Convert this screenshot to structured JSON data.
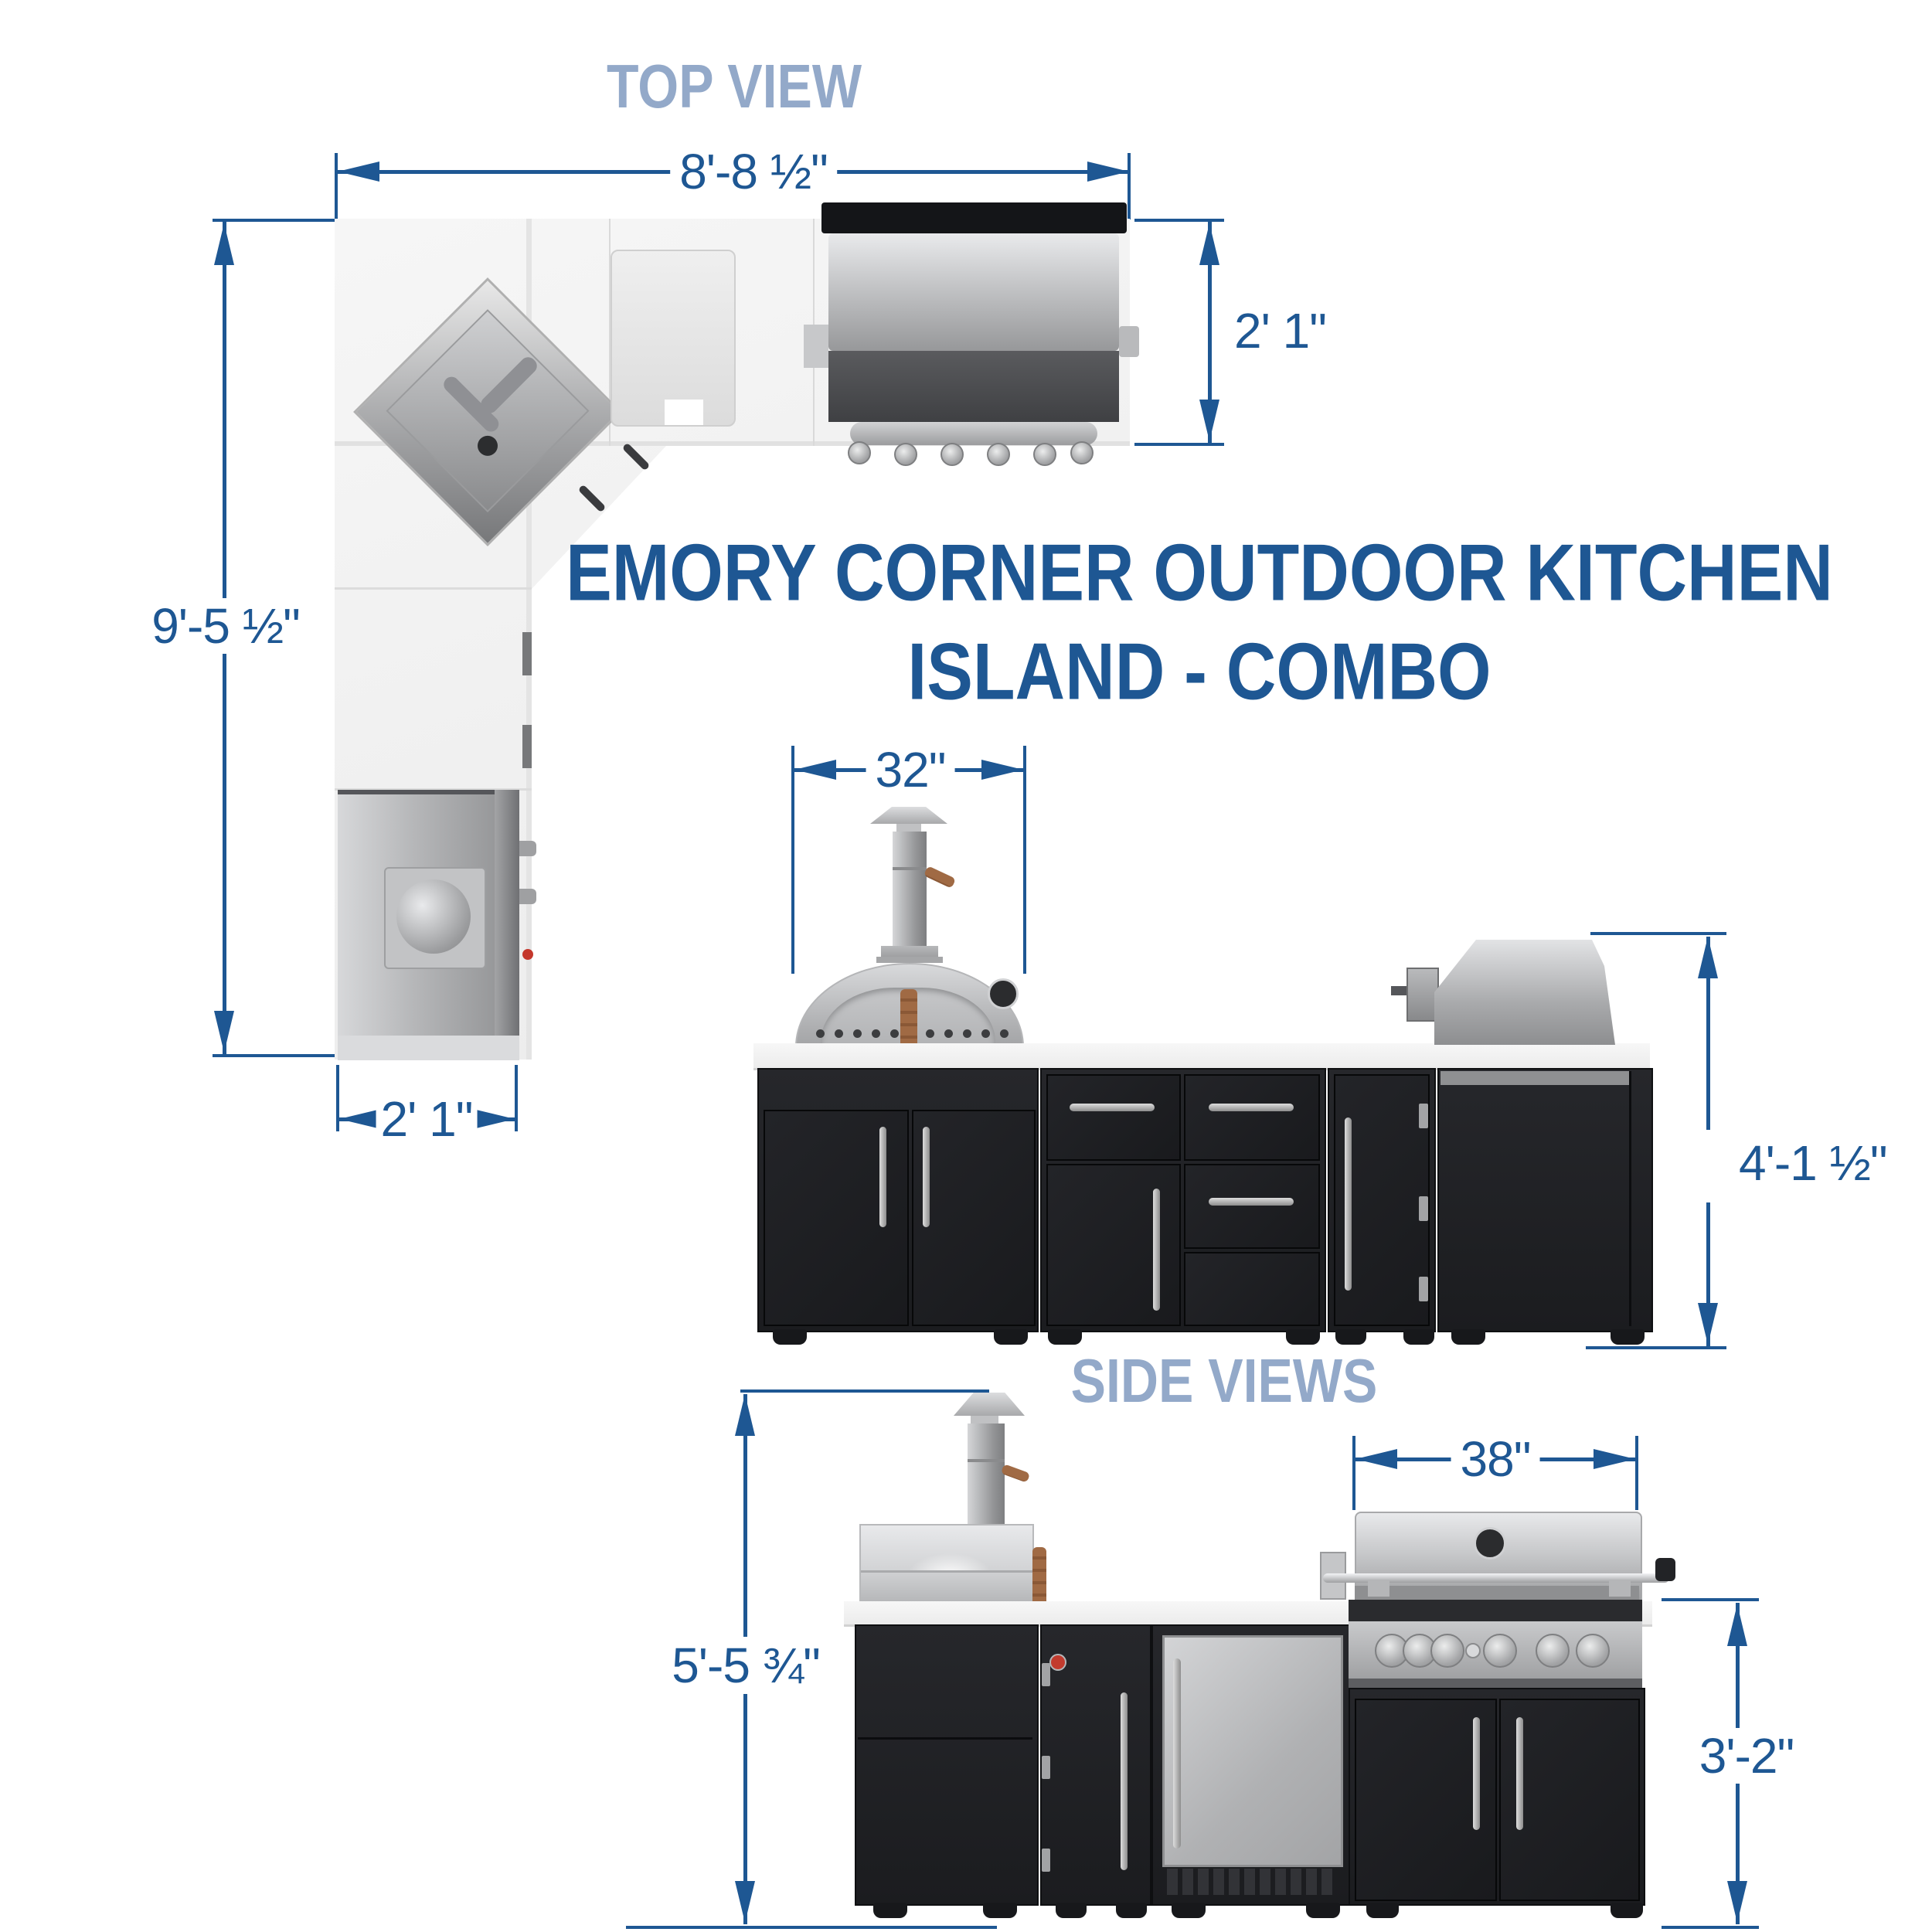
{
  "colors": {
    "dimension_blue": "#1e5793",
    "section_title_blue": "#93a9c9",
    "countertop_white": "#f2f2f2",
    "cabinet_black": "#222327",
    "stainless_gray": "#b9babc"
  },
  "top_view": {
    "title": "TOP VIEW",
    "overall_width": "8'-8 ½\"",
    "overall_depth": "9'-5 ½\"",
    "counter_depth": "2' 1\"",
    "arm_width": "2' 1\""
  },
  "product_title": {
    "line1": "EMORY CORNER OUTDOOR KITCHEN",
    "line2": "ISLAND - COMBO"
  },
  "front_view": {
    "pizza_oven_width": "32\"",
    "overall_height": "4'-1 ½\""
  },
  "side_views": {
    "title": "SIDE VIEWS",
    "overall_height": "5'-5 ¾\"",
    "grill_width": "38\"",
    "base_height": "3'-2\""
  }
}
